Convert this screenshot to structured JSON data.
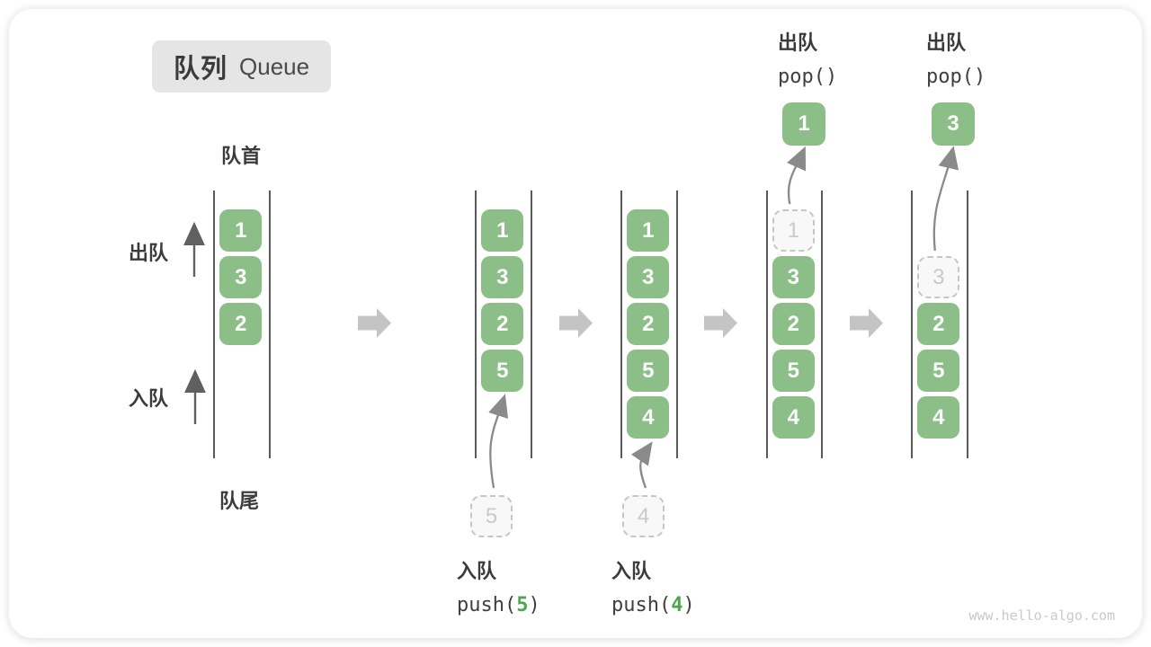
{
  "title": {
    "zh": "队列",
    "en": "Queue"
  },
  "side_labels": {
    "front": "队首",
    "rear": "队尾",
    "dequeue": "出队",
    "enqueue": "入队"
  },
  "watermark": "www.hello-algo.com",
  "colors": {
    "box_green": "#8CBE87",
    "box_text": "#FDFDFD",
    "dashed_border": "#C6C6C6",
    "dashed_fill": "#F8F8F8",
    "dashed_text": "#C9C9C9",
    "line": "#5A5A5A",
    "block_arrow": "#C4C4C4",
    "curve_arrow": "#8A8A8A",
    "up_arrow": "#606060",
    "text": "#3B3B3B",
    "code_accent": "#4CA64F",
    "title_bg": "#E5E5E5"
  },
  "states": [
    {
      "name": "state-1-initial",
      "slots": [
        {
          "row": 0,
          "value": "1",
          "style": "solid"
        },
        {
          "row": 1,
          "value": "3",
          "style": "solid"
        },
        {
          "row": 2,
          "value": "2",
          "style": "solid"
        }
      ]
    },
    {
      "name": "state-2-after-push-5",
      "slots": [
        {
          "row": 0,
          "value": "1",
          "style": "solid"
        },
        {
          "row": 1,
          "value": "3",
          "style": "solid"
        },
        {
          "row": 2,
          "value": "2",
          "style": "solid"
        },
        {
          "row": 3,
          "value": "5",
          "style": "solid"
        }
      ],
      "incoming": "5",
      "op_bottom": {
        "label": "入队",
        "code_pre": "push(",
        "code_arg": "5",
        "code_post": ")"
      }
    },
    {
      "name": "state-3-after-push-4",
      "slots": [
        {
          "row": 0,
          "value": "1",
          "style": "solid"
        },
        {
          "row": 1,
          "value": "3",
          "style": "solid"
        },
        {
          "row": 2,
          "value": "2",
          "style": "solid"
        },
        {
          "row": 3,
          "value": "5",
          "style": "solid"
        },
        {
          "row": 4,
          "value": "4",
          "style": "solid"
        }
      ],
      "incoming": "4",
      "op_bottom": {
        "label": "入队",
        "code_pre": "push(",
        "code_arg": "4",
        "code_post": ")"
      }
    },
    {
      "name": "state-4-pop-1",
      "slots": [
        {
          "row": 0,
          "value": "1",
          "style": "dashed"
        },
        {
          "row": 1,
          "value": "3",
          "style": "solid"
        },
        {
          "row": 2,
          "value": "2",
          "style": "solid"
        },
        {
          "row": 3,
          "value": "5",
          "style": "solid"
        },
        {
          "row": 4,
          "value": "4",
          "style": "solid"
        }
      ],
      "popped": "1",
      "op_top": {
        "label": "出队",
        "code_pre": "pop()",
        "code_arg": "",
        "code_post": ""
      }
    },
    {
      "name": "state-5-pop-3",
      "slots": [
        {
          "row": 1,
          "value": "3",
          "style": "dashed"
        },
        {
          "row": 2,
          "value": "2",
          "style": "solid"
        },
        {
          "row": 3,
          "value": "5",
          "style": "solid"
        },
        {
          "row": 4,
          "value": "4",
          "style": "solid"
        }
      ],
      "popped": "3",
      "op_top": {
        "label": "出队",
        "code_pre": "pop()",
        "code_arg": "",
        "code_post": ""
      }
    }
  ]
}
